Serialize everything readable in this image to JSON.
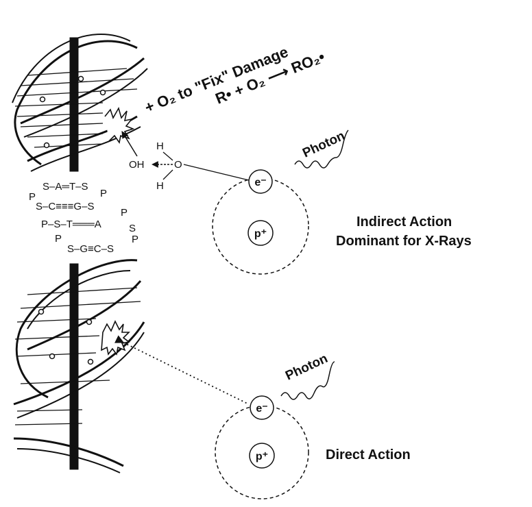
{
  "fix_damage": {
    "line1": "+ O₂ to \"Fix\" Damage",
    "line2": "R• + O₂ ⟶ RO₂•"
  },
  "water": {
    "h_top": "H",
    "oxygen": "O",
    "h_bottom": "H",
    "hydroxyl": "OH"
  },
  "base_pairs": {
    "row1": "S–A═T–S",
    "row2": "S–C≡≡≡G–S",
    "row3": "P–S–T═══A",
    "row4": "S–G≡C–S",
    "phosphate": "P",
    "sugar": "S"
  },
  "indirect": {
    "photon": "Photon",
    "electron": "e⁻",
    "proton": "p⁺",
    "label_line1": "Indirect Action",
    "label_line2": "Dominant for X-Rays"
  },
  "direct": {
    "photon": "Photon",
    "electron": "e⁻",
    "proton": "p⁺",
    "label": "Direct Action"
  }
}
